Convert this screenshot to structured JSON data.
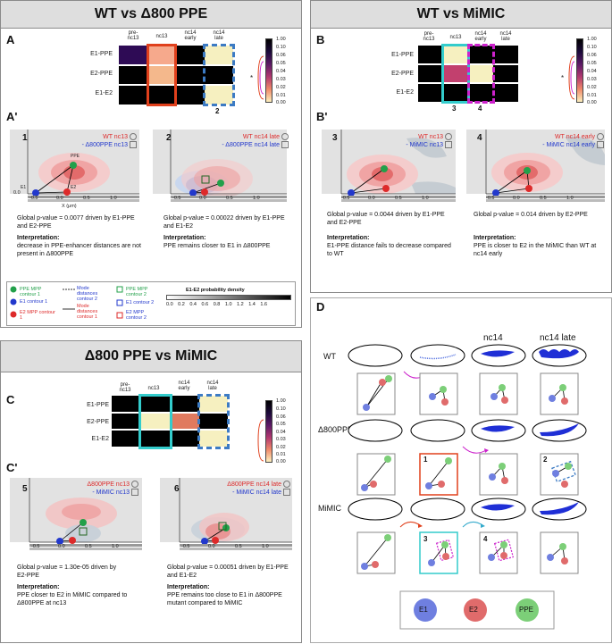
{
  "panel_titles": {
    "a": "WT vs Δ800 PPE",
    "b": "WT vs MiMIC",
    "c": "Δ800 PPE vs MiMIC"
  },
  "letters": {
    "A": "A",
    "A2": "A'",
    "B": "B",
    "B2": "B'",
    "C": "C",
    "C2": "C'",
    "D": "D"
  },
  "heatmap": {
    "cols": [
      "pre-\nnc13",
      "nc13",
      "nc14\nearly",
      "nc14\nlate"
    ],
    "rows_ab": [
      "E1-PPE",
      "E2-PPE",
      "E1-E2"
    ],
    "rows_c": [
      "E1-PPE",
      "E2-PPE",
      "E1-E2"
    ]
  },
  "colorbar": {
    "ticks": [
      "1.00",
      "0.10",
      "0.06",
      "0.05",
      "0.04",
      "0.03",
      "0.02",
      "0.01",
      "0.00"
    ],
    "star": "*"
  },
  "box_labels": {
    "a2": "2",
    "b3": "3",
    "b4": "4"
  },
  "axis": {
    "xlabel": "X (μm)",
    "ticks": [
      "-0.5",
      "0.0",
      "0.5",
      "1.0"
    ],
    "y0": "0.0"
  },
  "plots": {
    "p1": {
      "num": "1",
      "red": "WT nc13",
      "blue": "- Δ800PPE nc13",
      "pval": "Global p-value = 0.0077 driven by E1-PPE and E2-PPE",
      "interp_h": "Interpretation:",
      "interp": "decrease in PPE-enhancer distances are not present in Δ800PPE"
    },
    "p2": {
      "num": "2",
      "red": "WT nc14 late",
      "blue": "- Δ800PPE nc14 late",
      "pval": "Global p-value = 0.00022 driven by E1-PPE and E1-E2",
      "interp_h": "Interpretation:",
      "interp": "PPE remains closer to E1 in Δ800PPE"
    },
    "p3": {
      "num": "3",
      "red": "WT nc13",
      "blue": "- MiMIC nc13",
      "pval": "Global p-value = 0.0044 driven by E1-PPE and E2-PPE",
      "interp_h": "Interpretation:",
      "interp": "E1-PPE distance fails to decrease compared to WT"
    },
    "p4": {
      "num": "4",
      "red": "WT nc14 early",
      "blue": "- MiMIC nc14 early",
      "pval": "Global p-value = 0.014 driven by E2-PPE",
      "interp_h": "Interpretation:",
      "interp": "PPE is closer to E2 in the MiMIC than WT at nc14 early"
    },
    "p5": {
      "num": "5",
      "red": "Δ800PPE nc13",
      "blue": "- MiMIC nc13",
      "pval": "Global p-value = 1.30e-05 driven by E2-PPE",
      "interp_h": "Interpretation:",
      "interp": "PPE closer to E2 in MiMIC compared to Δ800PPE at nc13"
    },
    "p6": {
      "num": "6",
      "red": "Δ800PPE nc14 late",
      "blue": "- MiMIC nc14 late",
      "pval": "Global p-value = 0.00051 driven by E1-PPE and E1-E2",
      "interp_h": "Interpretation:",
      "interp": "PPE remains too close to E1 in Δ800PPE mutant compared to MiMIC"
    }
  },
  "legend_a": {
    "ppe_mpp": "PPE MPP contour 1",
    "e1_c1": "E1 contour 1",
    "e2_mpp": "E2 MPP contour 1",
    "mode2": "Mode distances contour 2",
    "mode1": "Mode distances contour 1",
    "ppe_c2": "PPE MPP contour 2",
    "e1_c2": "E1 contour 2",
    "e2_c2": "E2 MPP contour 2",
    "density": "E1-E2 probability density",
    "density_ticks": "0.0 0.2 0.4 0.6 0.8 1.0 1.2 1.4 1.6"
  },
  "plot_small_labels": {
    "ppe": "PPE",
    "e1": "E1",
    "e2": "E2"
  },
  "panel_d": {
    "rows": [
      "WT",
      "Δ800PPE",
      "MiMIC"
    ],
    "cols": [
      "nc14",
      "nc14 late"
    ],
    "nums": [
      "1",
      "2",
      "3",
      "4"
    ],
    "legend": [
      "E1",
      "E2",
      "PPE"
    ]
  },
  "colors": {
    "e1": "#6f7fe0",
    "e2": "#e06b6b",
    "ppe": "#7ccf78",
    "red_box": "#e0401c",
    "blue_box": "#3c7bc4",
    "cyan_box": "#33cccc",
    "magenta_box": "#cc22cc",
    "embryo": "#1f2fd6"
  }
}
